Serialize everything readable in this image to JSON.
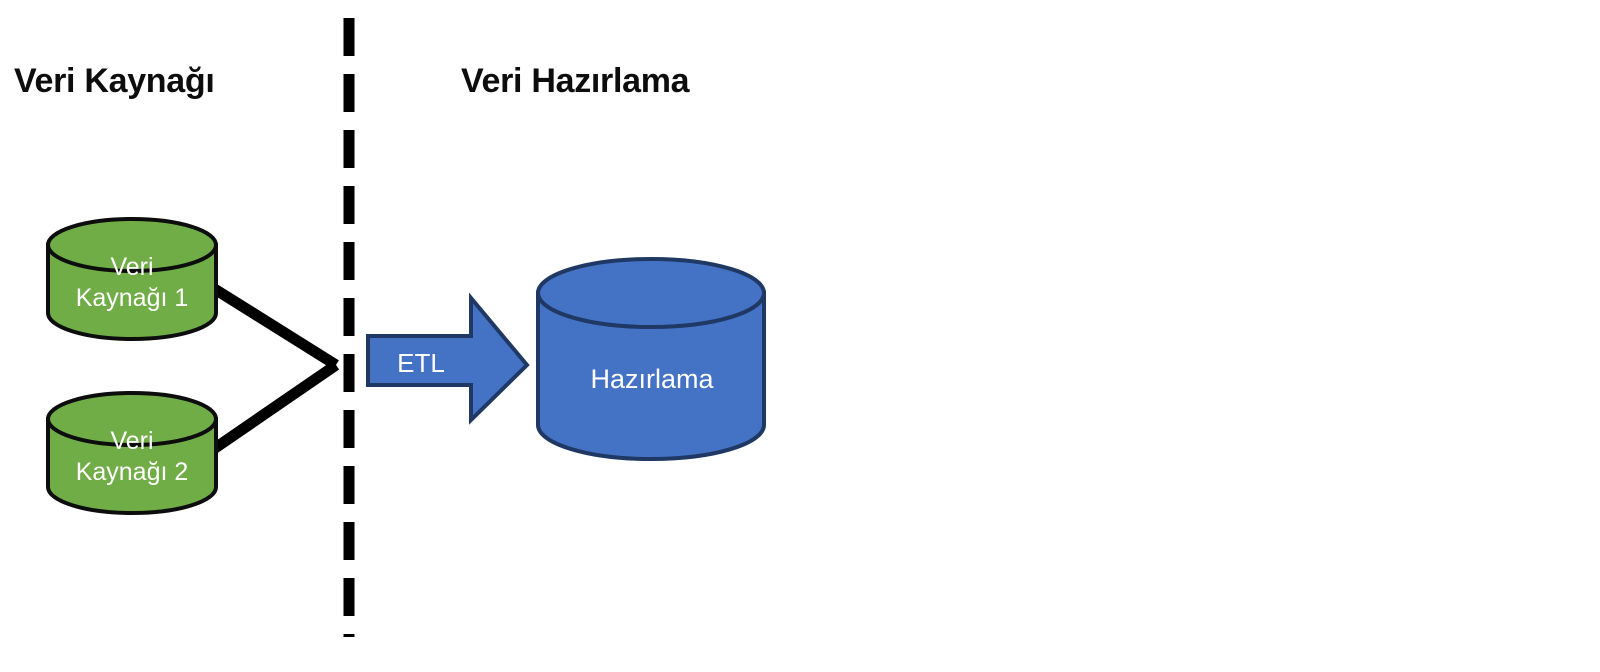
{
  "diagram": {
    "title_source": "Veri Kaynağı",
    "title_staging": "Veri Hazırlama",
    "source_nodes": [
      {
        "name": "source-1",
        "label": "Veri\nKaynağı 1"
      },
      {
        "name": "source-2",
        "label": "Veri\nKaynağı 2"
      }
    ],
    "process": {
      "name": "etl-arrow",
      "label": "ETL"
    },
    "target": {
      "name": "staging-store",
      "label": "Hazırlama"
    },
    "divider": {
      "name": "section-divider",
      "style": "dashed-vertical"
    },
    "colors": {
      "source_fill": "#70AD47",
      "source_stroke": "#0d0d0d",
      "target_fill": "#4472C4",
      "target_stroke": "#1F3864",
      "arrow_fill": "#4472C4",
      "arrow_stroke": "#1F3864",
      "divider": "#000000",
      "connector": "#000000",
      "label_text": "#ffffff",
      "title_text": "#0d0d0d",
      "background": "#ffffff"
    }
  }
}
